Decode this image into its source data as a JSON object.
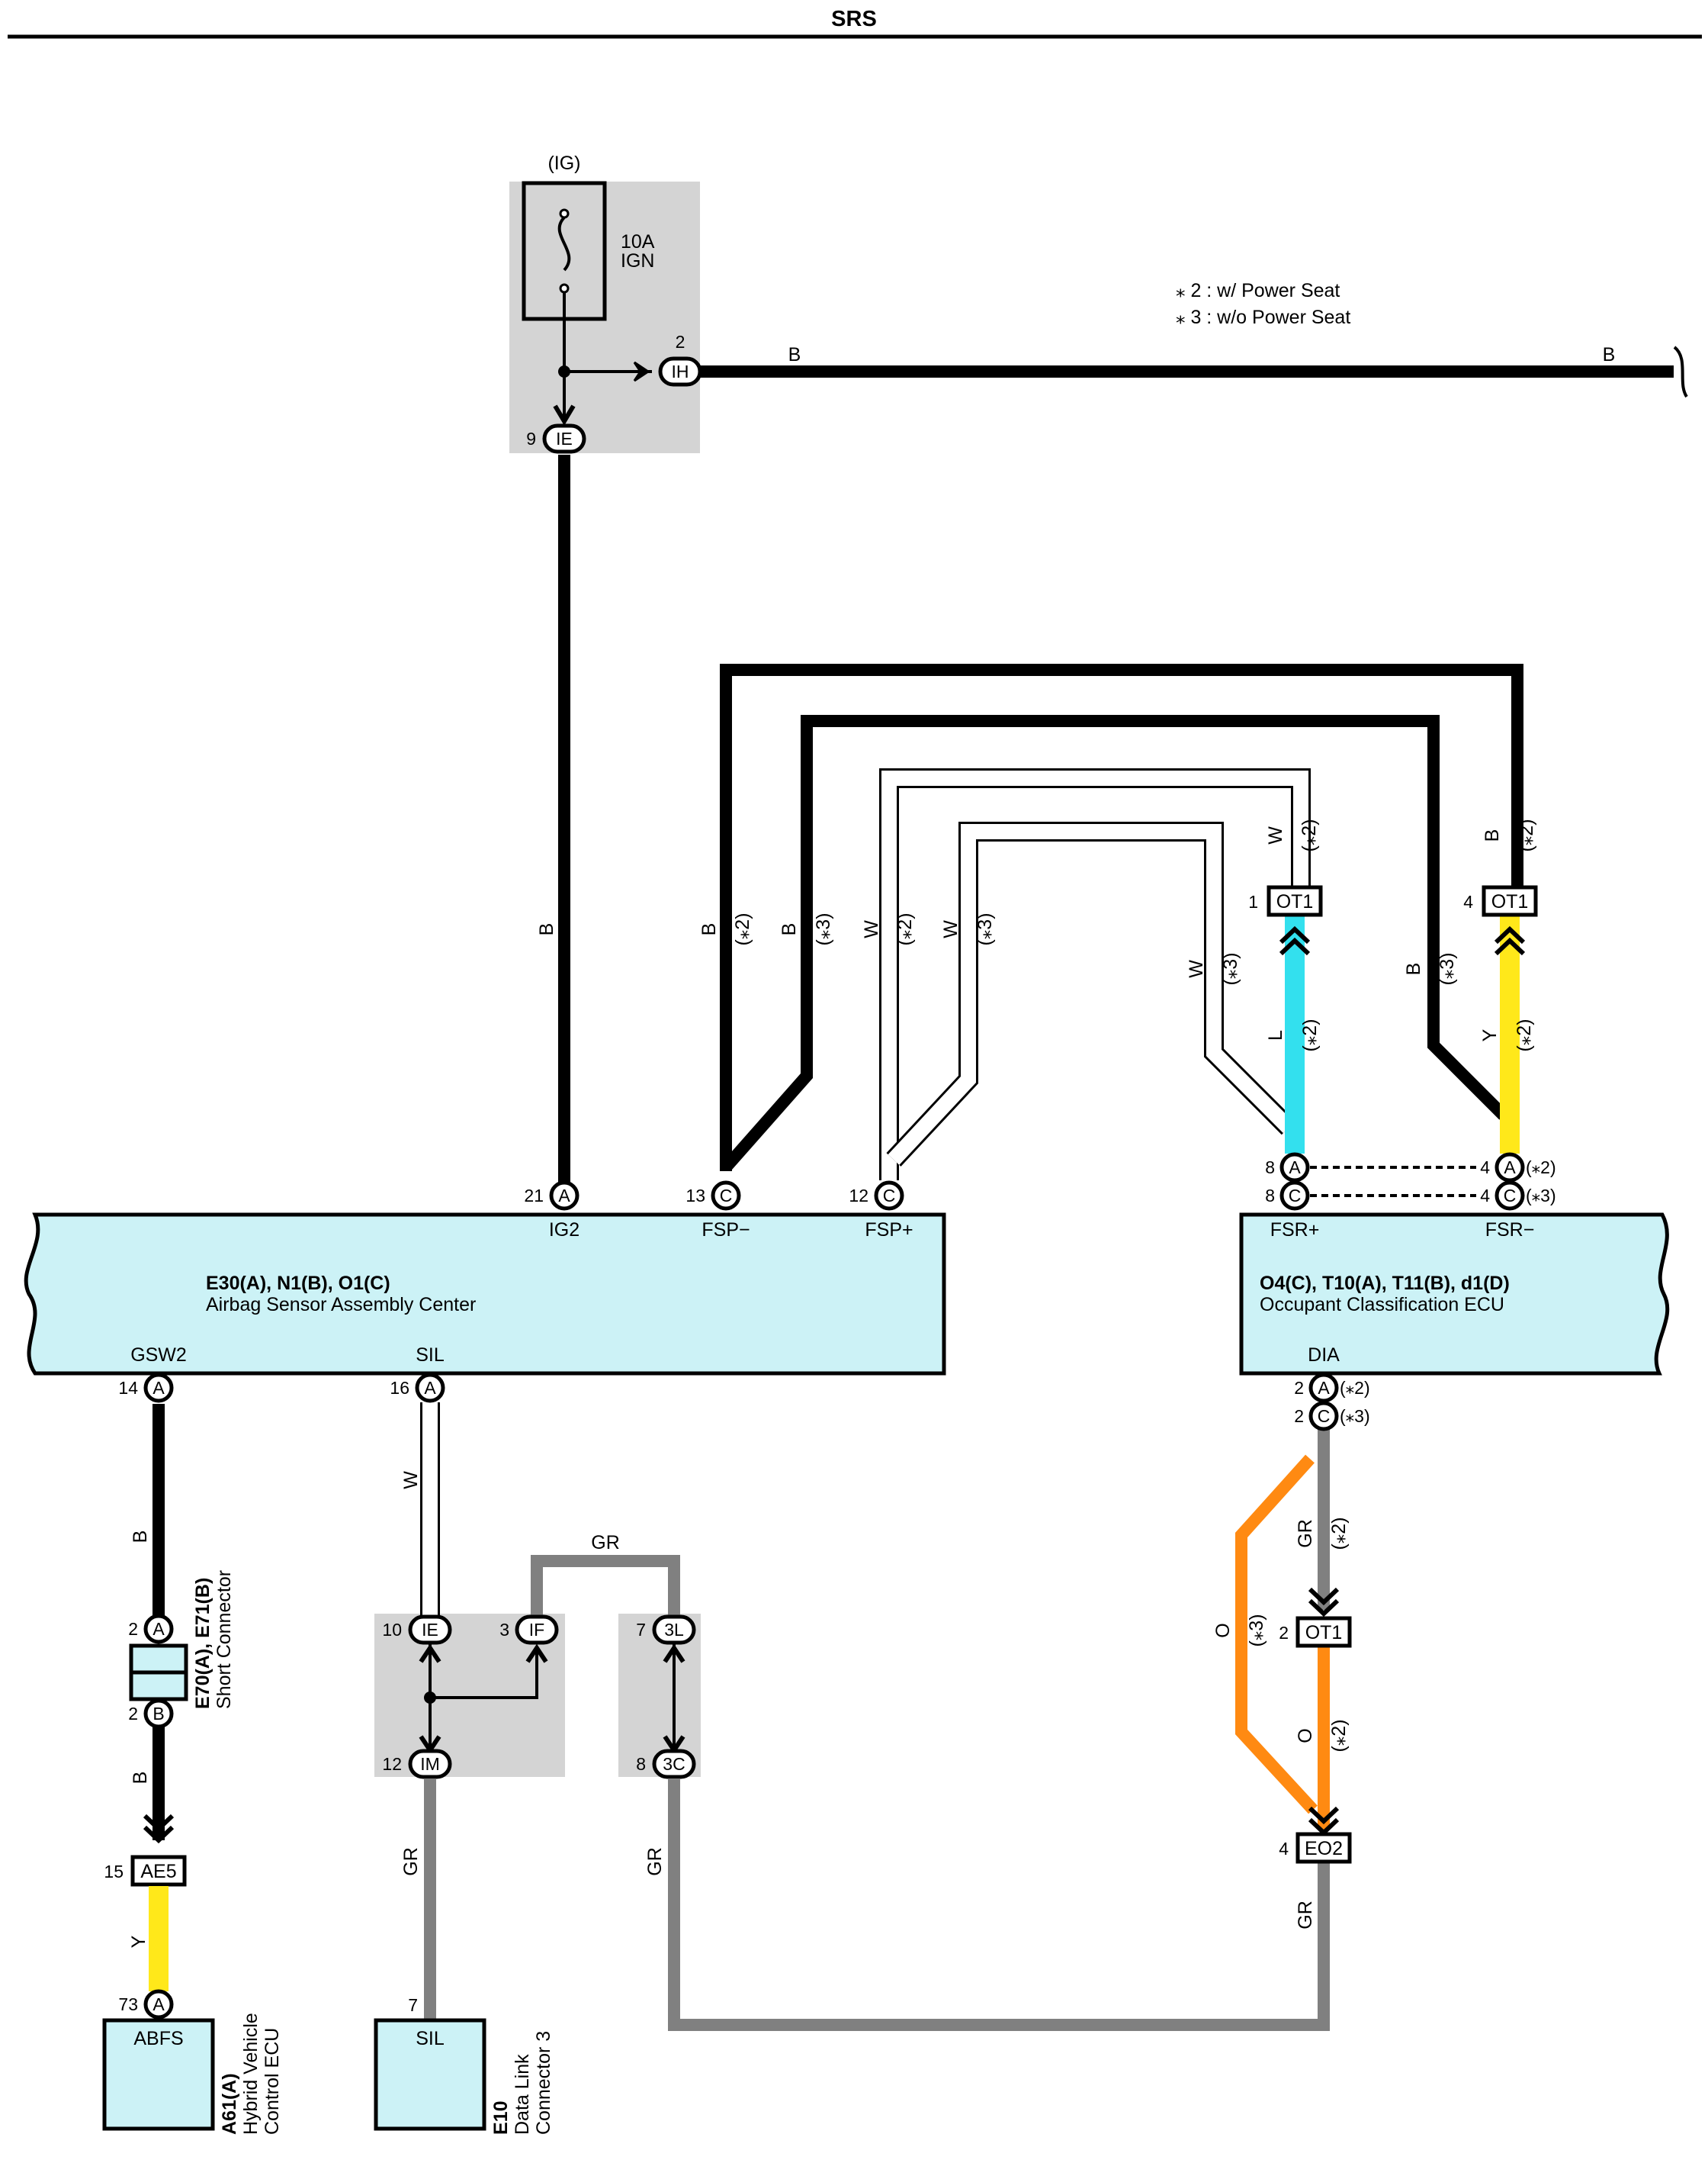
{
  "title": "SRS",
  "notes": [
    "⁎ 2 : w/ Power Seat",
    "⁎ 3 : w/o Power Seat"
  ],
  "colors": {
    "B": "#000000",
    "W": "#ffffff",
    "GR": "#808080",
    "L": "#33e0ee",
    "Y": "#ffe81a",
    "O": "#ff8a12",
    "box": "#ccf2f6",
    "junction": "#d4d4d4"
  },
  "fuse": {
    "supply": "(IG)",
    "rating": "10A",
    "name": "IGN"
  },
  "junction_pins": {
    "ih": {
      "id": "IH",
      "num": "2"
    },
    "ie_top": {
      "id": "IE",
      "num": "9"
    },
    "ie": {
      "id": "IE",
      "num": "10"
    },
    "if": {
      "id": "IF",
      "num": "3"
    },
    "im": {
      "id": "IM",
      "num": "12"
    },
    "3l": {
      "id": "3L",
      "num": "7"
    },
    "3c": {
      "id": "3C",
      "num": "8"
    }
  },
  "connectors": {
    "ot1a": {
      "id": "OT1",
      "num": "1"
    },
    "ot1b": {
      "id": "OT1",
      "num": "4"
    },
    "ot1c": {
      "id": "OT1",
      "num": "2"
    },
    "eo2": {
      "id": "EO2",
      "num": "4"
    },
    "ae5": {
      "id": "AE5",
      "num": "15"
    }
  },
  "airbag_ecu": {
    "code": "E30(A), N1(B), O1(C)",
    "name": "Airbag Sensor Assembly Center",
    "pins": [
      {
        "num": "21",
        "letter": "A",
        "term": "IG2"
      },
      {
        "num": "13",
        "letter": "C",
        "term": "FSP−"
      },
      {
        "num": "12",
        "letter": "C",
        "term": "FSP+"
      },
      {
        "num": "14",
        "letter": "A",
        "term": "GSW2"
      },
      {
        "num": "16",
        "letter": "A",
        "term": "SIL"
      }
    ]
  },
  "occupant_ecu": {
    "code": "O4(C), T10(A), T11(B), d1(D)",
    "name": "Occupant Classification ECU",
    "pins": [
      {
        "num": "8",
        "letter": "A",
        "term": "FSR+"
      },
      {
        "num": "8",
        "letter": "C",
        "term": ""
      },
      {
        "num": "4",
        "letter": "A",
        "term": "FSR−",
        "note": "(⁎2)"
      },
      {
        "num": "4",
        "letter": "C",
        "term": "",
        "note": "(⁎3)"
      },
      {
        "num": "2",
        "letter": "A",
        "term": "DIA",
        "note": "(⁎2)"
      },
      {
        "num": "2",
        "letter": "C",
        "term": "",
        "note": "(⁎3)"
      }
    ]
  },
  "short_connector": {
    "code": "E70(A), E71(B)",
    "name": "Short Connector",
    "pin_top": {
      "num": "2",
      "letter": "A"
    },
    "pin_bottom": {
      "num": "2",
      "letter": "B"
    }
  },
  "hybrid_ecu": {
    "code": "A61(A)",
    "name_line1": "Hybrid Vehicle",
    "name_line2": "Control ECU",
    "terminal": "ABFS",
    "pin": {
      "num": "73",
      "letter": "A"
    }
  },
  "dlc3": {
    "code": "E10",
    "name_line1": "Data Link",
    "name_line2": "Connector 3",
    "terminal": "SIL",
    "pin": {
      "num": "7"
    }
  },
  "wire_labels": {
    "b": "B",
    "w": "W",
    "gr": "GR",
    "l": "L",
    "y": "Y",
    "o": "O",
    "s2": "(⁎2)",
    "s3": "(⁎3)"
  }
}
